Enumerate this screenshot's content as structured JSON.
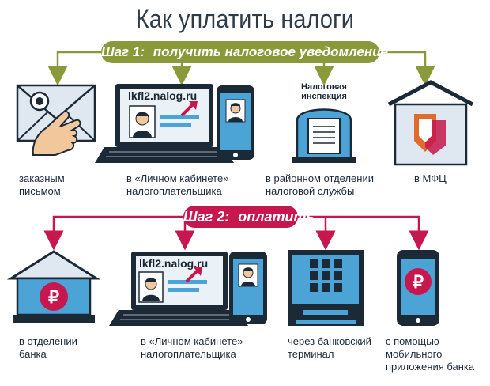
{
  "title": "Как уплатить налоги",
  "step1": {
    "label": "Шаг 1:",
    "text": "получить налоговое уведомление"
  },
  "step2": {
    "label": "Шаг 2:",
    "text": "оплатить"
  },
  "site": "lkfl2.nalog.ru",
  "tax_office_label": [
    "Налоговая",
    "инспекция"
  ],
  "step1_options": [
    {
      "lines": [
        "заказным",
        "письмом"
      ]
    },
    {
      "lines": [
        "в «Личном кабинете»",
        "налогоплательщика"
      ]
    },
    {
      "lines": [
        "в районном отделении",
        "налоговой службы"
      ]
    },
    {
      "lines": [
        "в МФЦ"
      ]
    }
  ],
  "step2_options": [
    {
      "lines": [
        "в отделении",
        "банка"
      ]
    },
    {
      "lines": [
        "в «Личном кабинете»",
        "налогоплательщика"
      ]
    },
    {
      "lines": [
        "через банковский",
        "терминал"
      ]
    },
    {
      "lines": [
        "с помощью",
        "мобильного",
        "приложения банка"
      ]
    }
  ],
  "colors": {
    "step1": "#8a9a3b",
    "step2": "#c6174f",
    "icon_fill": "#4ba3d6",
    "icon_outline": "#1c2a38"
  }
}
